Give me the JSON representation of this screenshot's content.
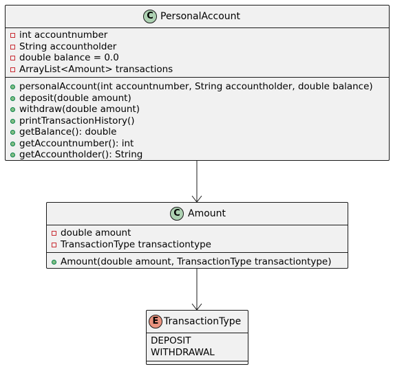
{
  "classes": {
    "personal_account": {
      "stereotype": "C",
      "stereotype_color": "#add1b2",
      "name": "PersonalAccount",
      "fields": [
        {
          "visibility": "private",
          "text": "int accountnumber"
        },
        {
          "visibility": "private",
          "text": "String accountholder"
        },
        {
          "visibility": "private",
          "text": "double balance = 0.0"
        },
        {
          "visibility": "private",
          "text": "ArrayList<Amount> transactions"
        }
      ],
      "methods": [
        {
          "visibility": "public",
          "text": "personalAccount(int accountnumber, String accountholder, double balance)"
        },
        {
          "visibility": "public",
          "text": "deposit(double amount)"
        },
        {
          "visibility": "public",
          "text": "withdraw(double amount)"
        },
        {
          "visibility": "public",
          "text": "printTransactionHistory()"
        },
        {
          "visibility": "public",
          "text": "getBalance(): double"
        },
        {
          "visibility": "public",
          "text": "getAccountnumber(): int"
        },
        {
          "visibility": "public",
          "text": "getAccountholder(): String"
        }
      ]
    },
    "amount": {
      "stereotype": "C",
      "stereotype_color": "#add1b2",
      "name": "Amount",
      "fields": [
        {
          "visibility": "private",
          "text": "double amount"
        },
        {
          "visibility": "private",
          "text": "TransactionType transactiontype"
        }
      ],
      "methods": [
        {
          "visibility": "public",
          "text": "Amount(double amount, TransactionType transactiontype)"
        }
      ]
    },
    "transaction_type": {
      "stereotype": "E",
      "stereotype_color": "#eb937f",
      "name": "TransactionType",
      "values": [
        "DEPOSIT",
        "WITHDRAWAL"
      ]
    }
  },
  "relations": [
    {
      "from": "PersonalAccount",
      "to": "Amount",
      "arrow": "open"
    },
    {
      "from": "Amount",
      "to": "TransactionType",
      "arrow": "open"
    }
  ]
}
